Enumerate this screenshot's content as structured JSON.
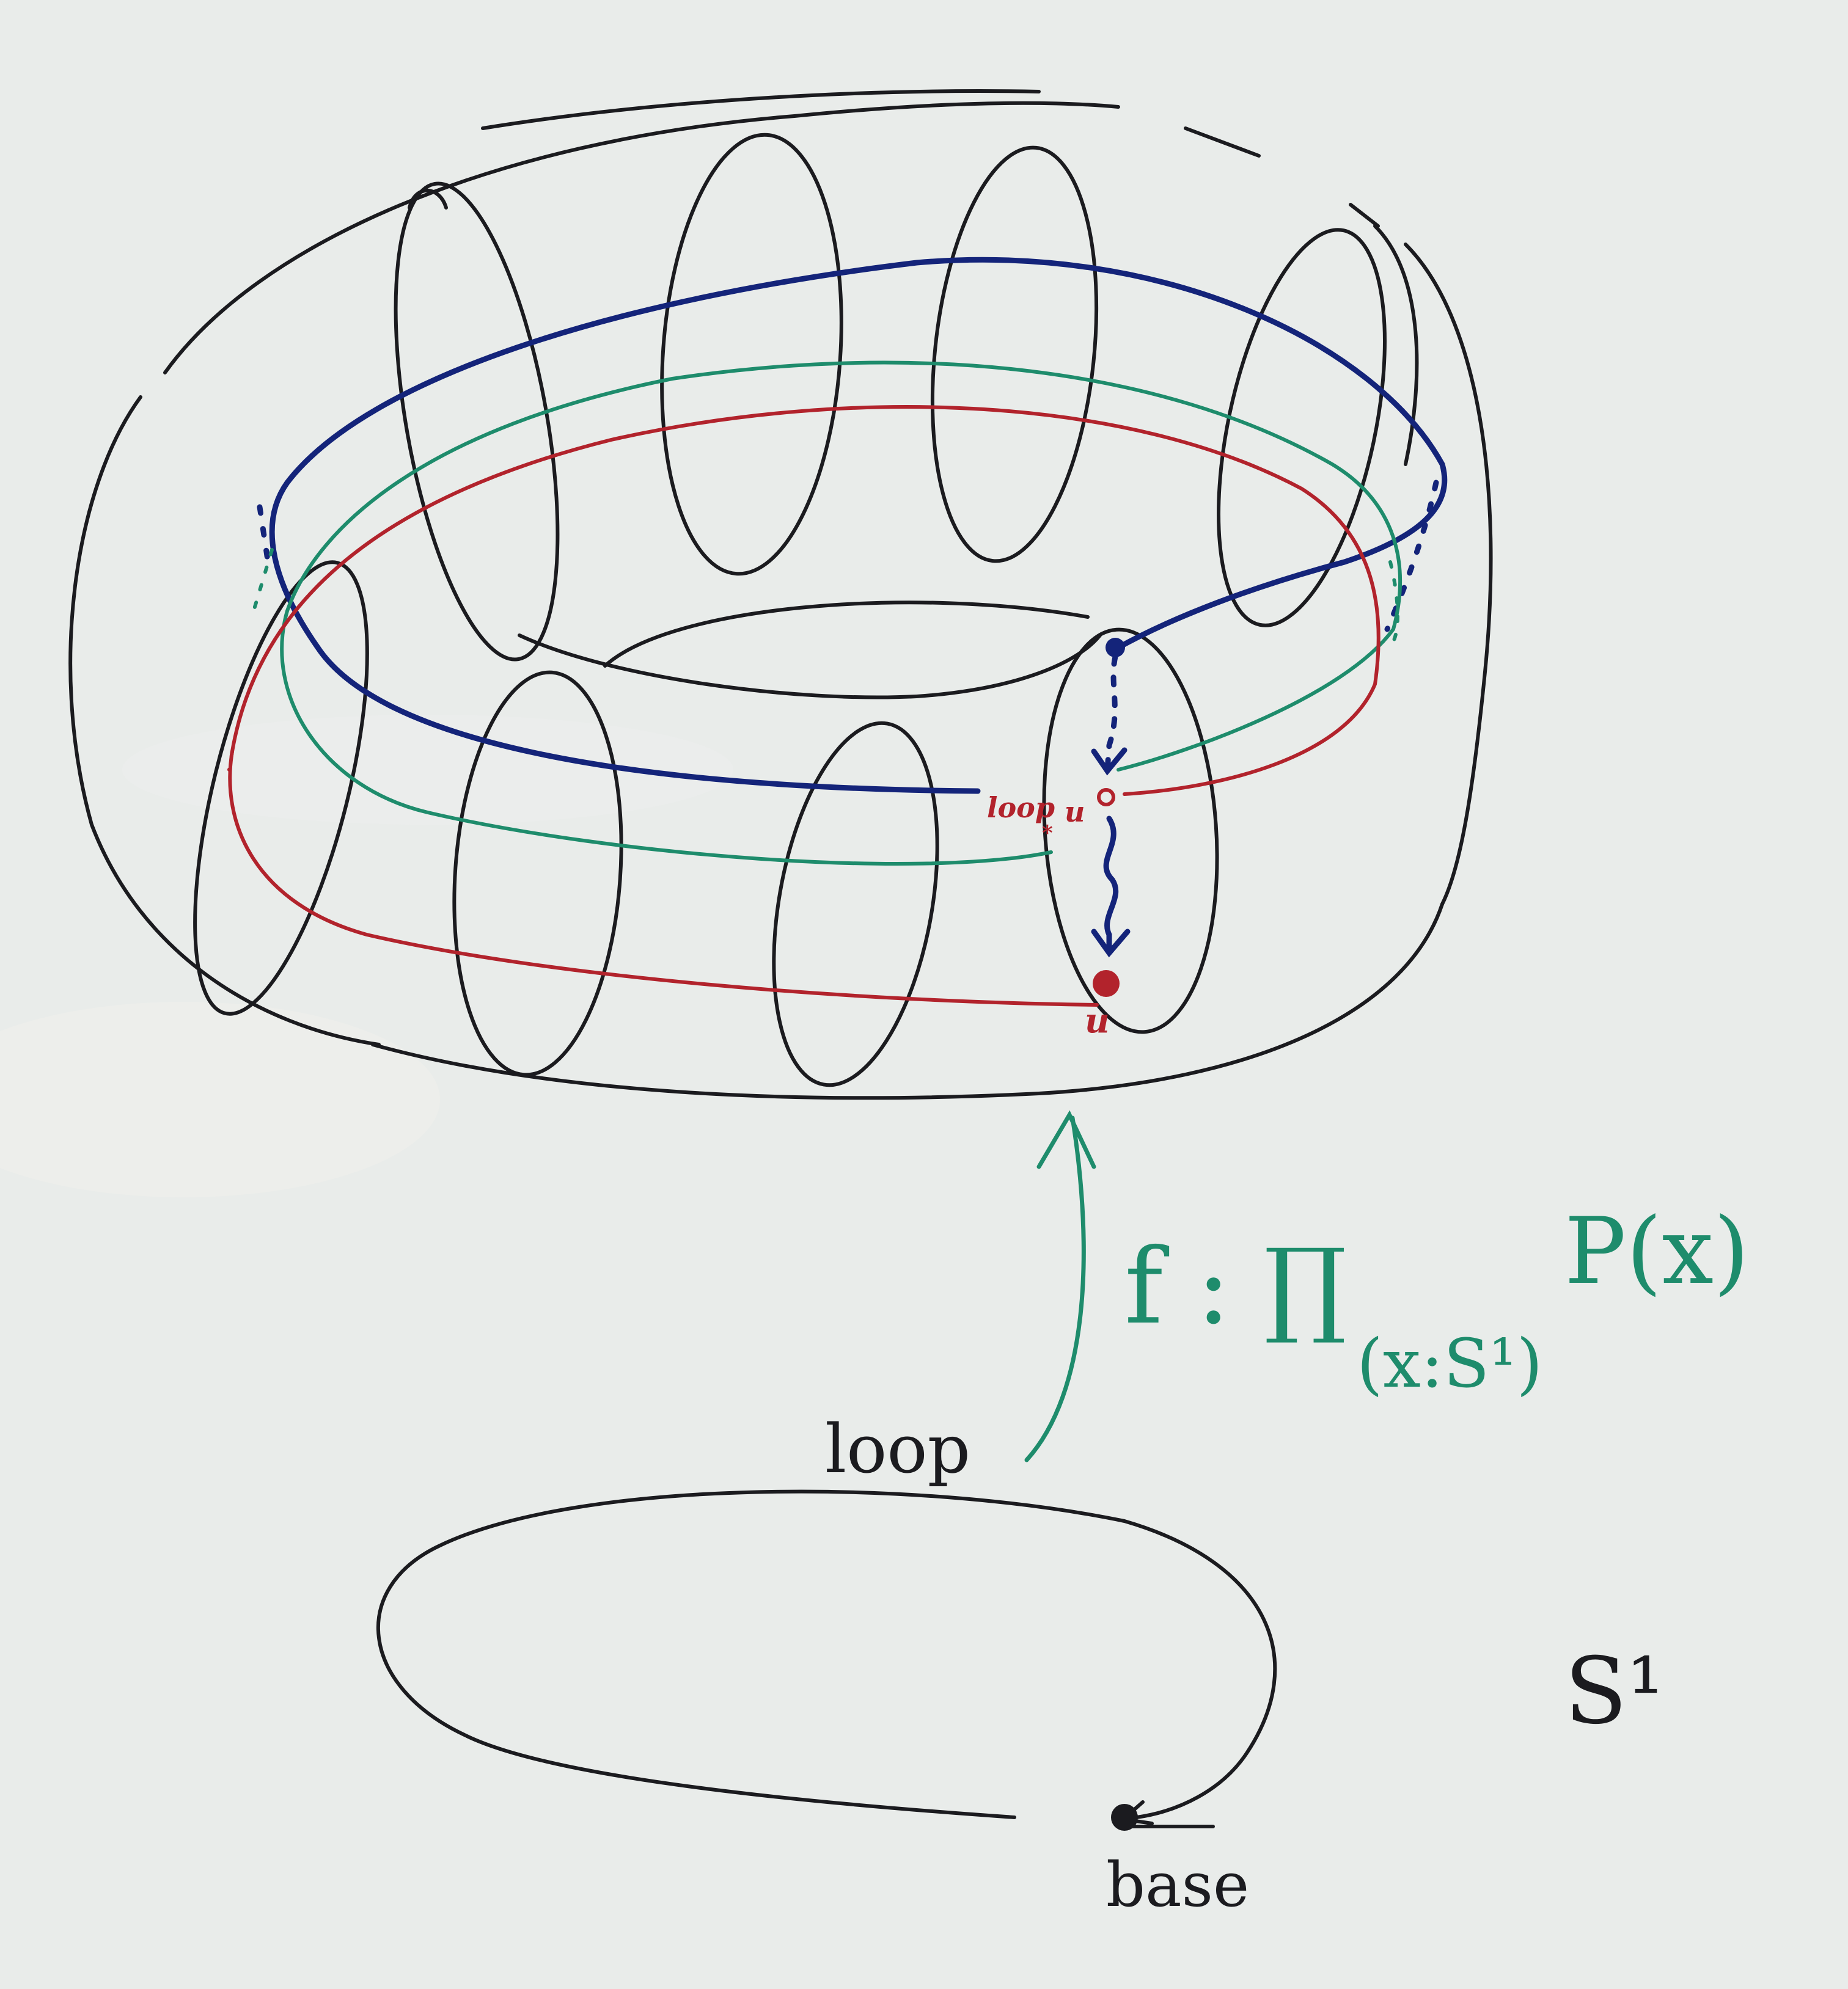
{
  "colors": {
    "board": "#e9ecea",
    "ink_black": "#1b1b1f",
    "ink_blue": "#14247a",
    "ink_green": "#1e8c6c",
    "ink_red": "#b2232c"
  },
  "labels": {
    "loop_transport": "loop",
    "loop_transport_sub": "*",
    "loop_transport_u": "u",
    "u_point": "u",
    "f_type": "f : ∏",
    "f_type_sub": "(x:S¹)",
    "f_type_fiber": "P(x)",
    "loop": "loop",
    "base": "base",
    "circle_name": "S¹"
  }
}
